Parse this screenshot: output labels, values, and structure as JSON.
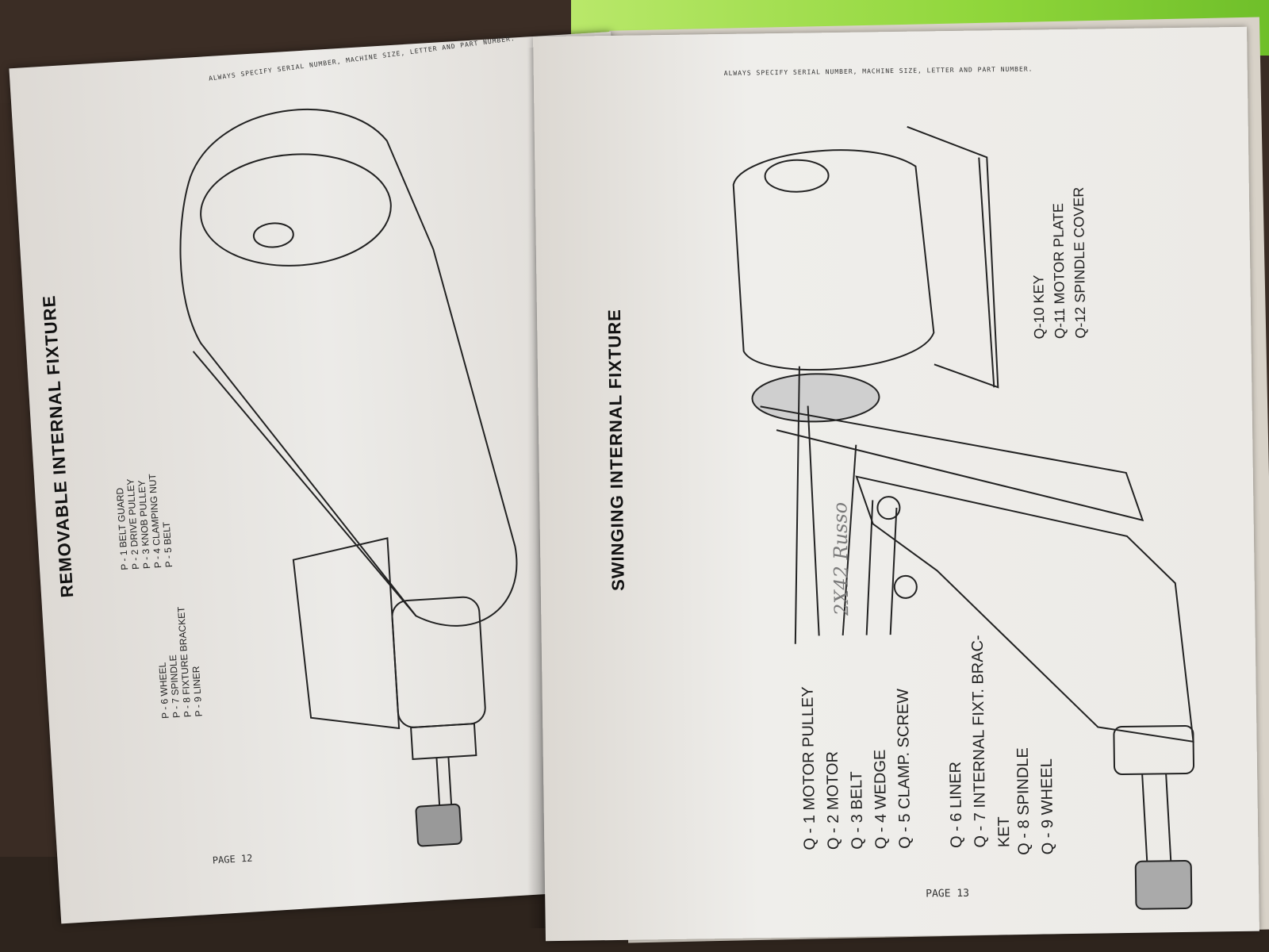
{
  "left_page": {
    "header_note": "ALWAYS SPECIFY SERIAL NUMBER, MACHINE SIZE, LETTER AND PART NUMBER.",
    "title": "REMOVABLE INTERNAL FIXTURE",
    "parts_a": [
      "P - 1 BELT GUARD",
      "P - 2 DRIVE PULLEY",
      "P - 3 KNOB PULLEY",
      "P - 4 CLAMPING NUT",
      "P - 5 BELT"
    ],
    "parts_b": [
      "P - 6 WHEEL",
      "P - 7 SPINDLE",
      "P - 8 FIXTURE BRACKET",
      "P - 9 LINER"
    ],
    "page_number": "PAGE 12"
  },
  "right_page": {
    "header_note": "ALWAYS SPECIFY SERIAL NUMBER, MACHINE SIZE, LETTER AND PART NUMBER.",
    "title": "SWINGING INTERNAL FIXTURE",
    "parts_a": [
      "Q - 1 MOTOR PULLEY",
      "Q - 2 MOTOR",
      "Q - 3 BELT",
      "Q - 4 WEDGE",
      "Q - 5 CLAMP. SCREW"
    ],
    "parts_b": [
      "Q - 6 LINER",
      "Q - 7 INTERNAL FIXT. BRAC-",
      "KET"
    ],
    "parts_c": [
      "Q - 8 SPINDLE",
      "Q - 9 WHEEL"
    ],
    "parts_d": [
      "Q-10 KEY",
      "Q-11 MOTOR PLATE",
      "Q-12 SPINDLE COVER"
    ],
    "handwritten_note": "2X42 Russo",
    "page_number": "PAGE 13"
  }
}
